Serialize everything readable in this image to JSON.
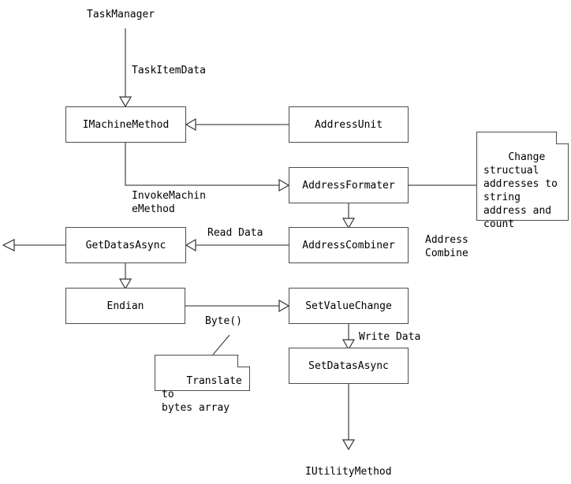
{
  "diagram": {
    "title_top": "TaskManager",
    "title_bottom": "IUtilityMethod",
    "nodes": {
      "machine_method": "IMachineMethod",
      "address_unit": "AddressUnit",
      "address_formater": "AddressFormater",
      "address_combiner": "AddressCombiner",
      "get_datas_async": "GetDatasAsync",
      "endian": "Endian",
      "set_value_change": "SetValueChange",
      "set_datas_async": "SetDatasAsync"
    },
    "notes": {
      "change_structural": "Change\nstructual\naddresses to\nstring\naddress and\ncount",
      "translate_bytes": "Translate to\nbytes array"
    },
    "edge_labels": {
      "task_item_data": "TaskItemData",
      "invoke_machine_method_line1": "InvokeMachin",
      "invoke_machine_method_line2": "eMethod",
      "read_data": "Read Data",
      "byte_call": "Byte()",
      "write_data": "Write Data",
      "address_combine_line1": "Address",
      "address_combine_line2": "Combine"
    },
    "colors": {
      "stroke": "#4d4d4d",
      "text": "#000000",
      "background": "#ffffff"
    }
  }
}
